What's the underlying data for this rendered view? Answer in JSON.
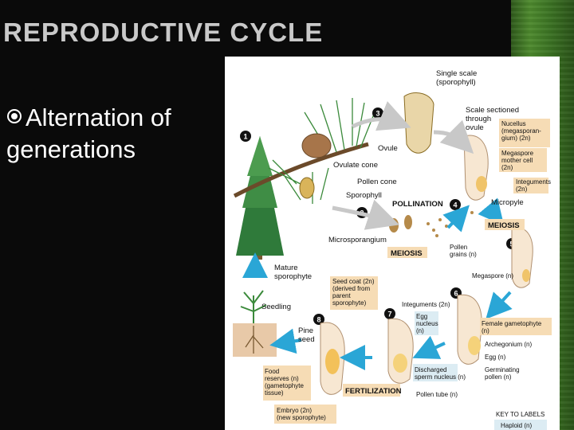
{
  "slide": {
    "title": "REPRODUCTIVE CYCLE",
    "bullet": "Alternation of generations"
  },
  "figure": {
    "steps": [
      "1",
      "2",
      "3",
      "4",
      "5",
      "6",
      "7",
      "8"
    ],
    "labels": {
      "single_scale": "Single scale (sporophyll)",
      "scale_sectioned": "Scale sectioned through ovule",
      "nucellus": "Nucellus (megasporan- gium) (2n)",
      "megaspore_mother": "Megaspore mother cell (2n)",
      "integuments_top": "Integuments (2n)",
      "ovule": "Ovule",
      "ovulate_cone": "Ovulate cone",
      "pollen_cone": "Pollen cone",
      "sporophyll": "Sporophyll",
      "pollination": "POLLINATION",
      "micropyle": "Micropyle",
      "microsporangium": "Microsporangium",
      "meiosis_left": "MEIOSIS",
      "meiosis_right": "MEIOSIS",
      "pollen_grains": "Pollen grains (n)",
      "megaspore": "Megaspore (n)",
      "mature_sporophyte": "Mature sporophyte",
      "seedling": "Seedling",
      "seed_coat": "Seed coat (2n) (derived from parent sporophyte)",
      "integuments_mid": "Integuments (2n)",
      "egg_nucleus": "Egg nucleus (n)",
      "female_gametophyte": "Female gametophyte (n)",
      "archegonium": "Archegonium (n)",
      "egg": "Egg (n)",
      "pine_seed": "Pine seed",
      "discharged_sperm": "Discharged sperm nucleus (n)",
      "germinating_pollen": "Germinating pollen (n)",
      "food_reserves": "Food reserves (n) (gametophyte tissue)",
      "fertilization": "FERTILIZATION",
      "pollen_tube": "Pollen tube (n)",
      "embryo": "Embryo (2n) (new sporophyte)",
      "key_title": "KEY TO LABELS",
      "key_haploid": "Haploid (n)"
    }
  },
  "colors": {
    "accent_green": "#3c7424",
    "arrow_blue": "#2aa6d6",
    "haploid_box": "#f6dcb5",
    "diploid_box": "#dcecf3"
  }
}
